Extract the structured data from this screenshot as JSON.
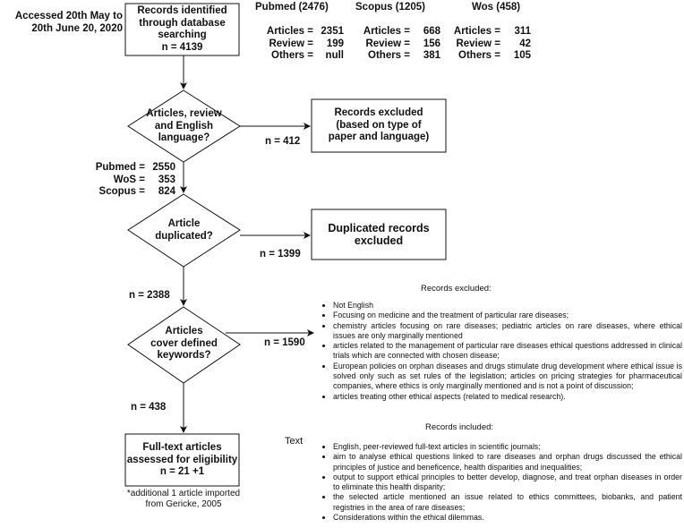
{
  "access_note": [
    "Accessed 20th May to",
    "20th June 20, 2020"
  ],
  "identified_box": [
    "Records identified",
    "through database",
    "searching",
    "n = 4139"
  ],
  "databases": [
    {
      "name": "Pubmed (2476)",
      "rows": [
        [
          "Articles =",
          "2351"
        ],
        [
          "Review =",
          "199"
        ],
        [
          "Others =",
          "null"
        ]
      ]
    },
    {
      "name": "Scopus (1205)",
      "rows": [
        [
          "Articles =",
          "668"
        ],
        [
          "Review =",
          "156"
        ],
        [
          "Others =",
          "381"
        ]
      ]
    },
    {
      "name": "Wos (458)",
      "rows": [
        [
          "Articles =",
          "311"
        ],
        [
          "Review =",
          "42"
        ],
        [
          "Others =",
          "105"
        ]
      ]
    }
  ],
  "decision1": [
    "Articles, review",
    "and English",
    "language?"
  ],
  "excluded1": [
    "Records excluded",
    "(based on type of",
    "paper and language)"
  ],
  "n1": "n = 412",
  "after1": [
    [
      "Pubmed =",
      "2550"
    ],
    [
      "WoS =",
      "353"
    ],
    [
      "Scopus =",
      "824"
    ]
  ],
  "decision2": [
    "Article",
    "duplicated?"
  ],
  "excluded2": [
    "Duplicated records",
    "excluded"
  ],
  "n2": "n = 1399",
  "n3": "n = 2388",
  "decision3": [
    "Articles",
    "cover defined",
    "keywords?"
  ],
  "n4": "n = 1590",
  "n5": "n = 438",
  "final_box": [
    "Full-text articles",
    "assessed for eligibility",
    "n = 21 +1"
  ],
  "footnote": [
    "*additional 1 article imported",
    "from Gericke, 2005"
  ],
  "excluded_heading": "Records excluded:",
  "excluded_items": [
    "Not English",
    "Focusing on medicine and the treatment of particular rare diseases;",
    "chemistry articles focusing on rare diseases; pediatric articles on rare diseases, where ethical issues are only marginally mentioned",
    "articles related to the management of particular rare diseases ethical questions addressed in clinical trials which are connected with chosen disease;",
    "European policies on orphan diseases and drugs stimulate drug development where ethical issue is solved only such as set rules of the legislation; articles on pricing strategies for pharmaceutical companies, where ethics is only marginally mentioned and is not a point of discussion;",
    "articles treating other ethical aspects (related to medical research)."
  ],
  "included_heading": "Records included:",
  "text_label": "Text",
  "included_items": [
    "English, peer-reviewed full-text articles in scientific journals;",
    "aim to analyse ethical questions linked to rare diseases and orphan drugs discussed the ethical principles of justice and beneficence, health disparities and inequalities;",
    "output to support ethical principles to better develop, diagnose, and treat orphan diseases in order to eliminate this health disparity;",
    "the selected article mentioned an issue related to ethics committees, biobanks, and patient registries in the area of rare diseases;",
    "Considerations within the ethical dilemmas."
  ]
}
